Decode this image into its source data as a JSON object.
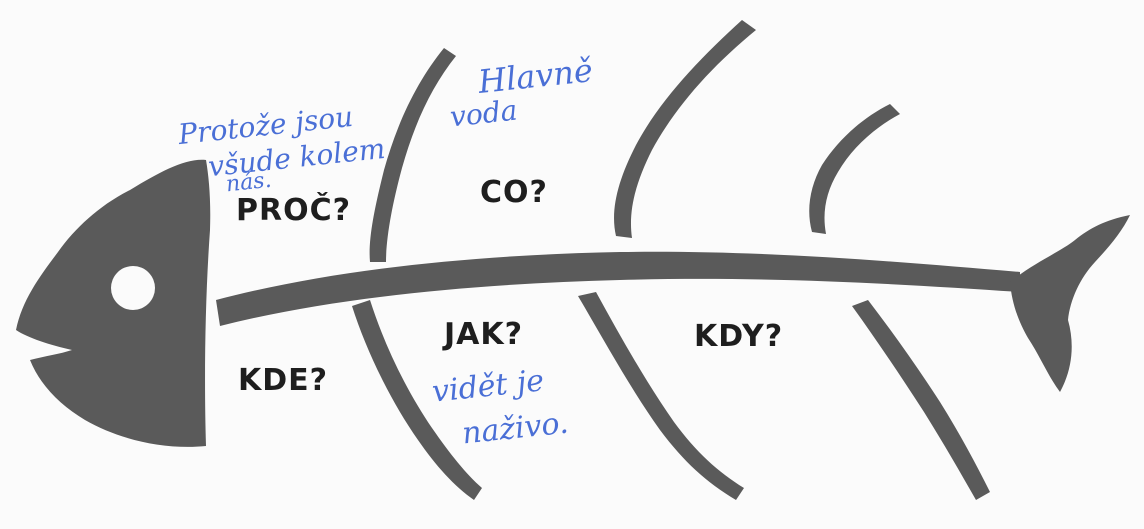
{
  "colors": {
    "skeleton": "#5a5a5a",
    "label_ink": "#1e1e1e",
    "note_ink": "#4a6fd6",
    "paper": "#fbfbfb"
  },
  "head": {
    "eye": "eye"
  },
  "questions": {
    "proc": "PROČ?",
    "co": "CO?",
    "kde": "KDE?",
    "jak": "JAK?",
    "kdy": "KDY?"
  },
  "notes": {
    "proc_note_line1": "Protože jsou",
    "proc_note_line2": "všude kolem",
    "proc_note_line3": "nás.",
    "co_note_line1": "Hlavně",
    "co_note_line2": "voda",
    "jak_note_line1": "vidět je",
    "jak_note_line2": "naživo."
  }
}
